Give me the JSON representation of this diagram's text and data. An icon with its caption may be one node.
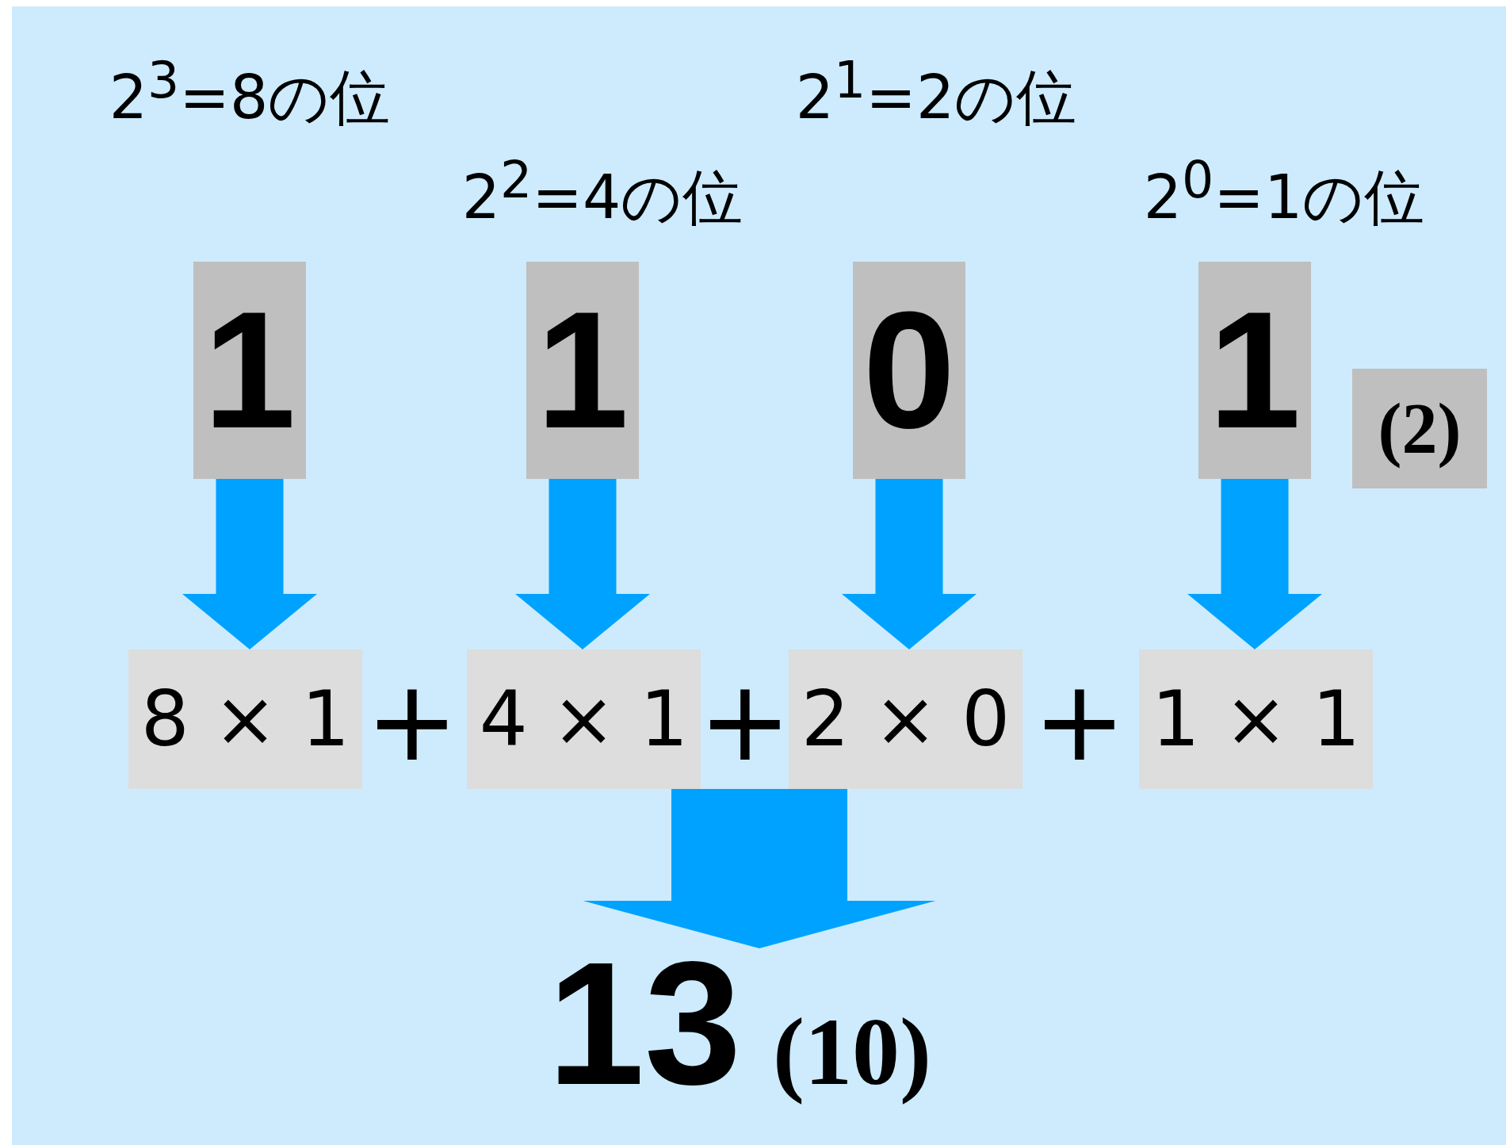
{
  "diagram": {
    "nodes": [
      {
        "text": [
          "1"
        ],
        "beside": [
          "2$^{3}$=8の位"
        ]
      },
      {
        "text": [
          "1"
        ],
        "beside": [
          "2$^{2}$=4の位"
        ]
      },
      {
        "text": [
          "0"
        ],
        "beside": [
          "2$^{1}$=2の位"
        ]
      },
      {
        "text": [
          "1"
        ],
        "beside": [
          "2$^{0}$=1の位"
        ]
      },
      {
        "text": [
          "(2)"
        ]
      },
      {
        "text": [
          "8 × 1"
        ]
      },
      {
        "text": [
          "4 × 1"
        ]
      },
      {
        "text": [
          "2 × 0"
        ]
      },
      {
        "text": [
          "1 × 1"
        ]
      },
      {
        "text": [
          "13"
        ],
        "beside": [
          "(10)"
        ]
      }
    ],
    "edges": [
      {
        "from": 0,
        "to": 5,
        "arrow": "to"
      },
      {
        "from": 1,
        "to": 6,
        "arrow": "to"
      },
      {
        "from": 2,
        "to": 7,
        "arrow": "to"
      },
      {
        "from": 3,
        "to": 8,
        "arrow": "to"
      },
      {
        "from": 5,
        "to": 9,
        "arrow": "to",
        "style": "thick"
      },
      {
        "from": 6,
        "to": 9,
        "arrow": "to",
        "style": "thick"
      },
      {
        "from": 7,
        "to": 9,
        "arrow": "to",
        "style": "thick"
      },
      {
        "from": 8,
        "to": 9,
        "arrow": "to",
        "style": "thick"
      }
    ],
    "labels": [
      "+",
      "+",
      "+"
    ]
  }
}
